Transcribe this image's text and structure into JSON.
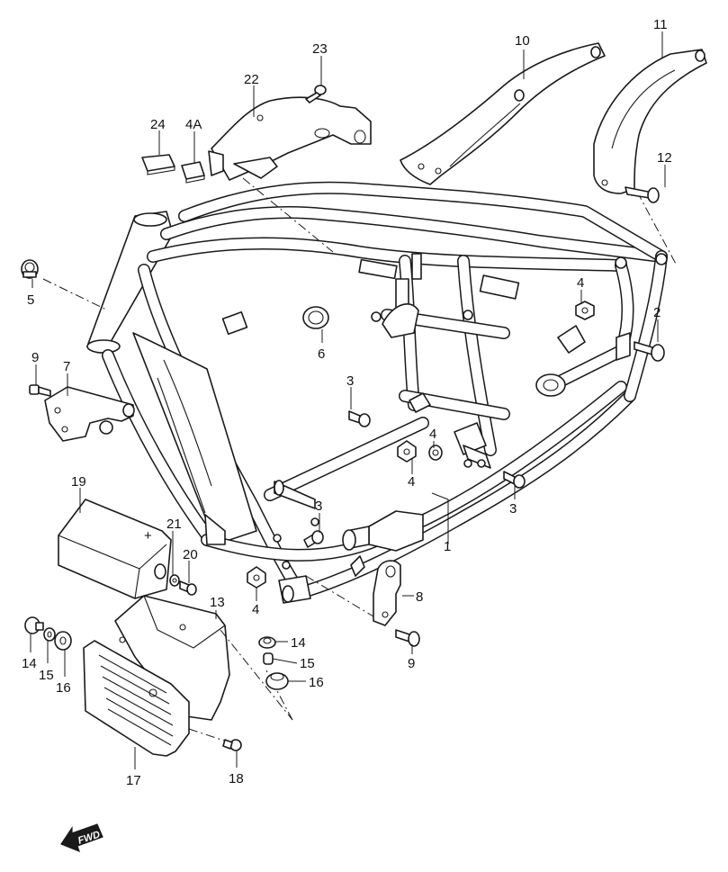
{
  "diagram": {
    "fwd_label": "FWD",
    "callouts": {
      "c1": "1",
      "c2": "2",
      "c3a": "3",
      "c3b": "3",
      "c3c": "3",
      "c4a": "4",
      "c4b": "4",
      "c4c": "4",
      "c4d": "4",
      "c4A": "4A",
      "c5": "5",
      "c6": "6",
      "c7": "7",
      "c8": "8",
      "c9a": "9",
      "c9b": "9",
      "c10": "10",
      "c11": "11",
      "c12": "12",
      "c13": "13",
      "c14a": "14",
      "c14b": "14",
      "c15a": "15",
      "c15b": "15",
      "c16a": "16",
      "c16b": "16",
      "c17": "17",
      "c18": "18",
      "c19": "19",
      "c20": "20",
      "c21": "21",
      "c22": "22",
      "c23": "23",
      "c24": "24"
    }
  }
}
